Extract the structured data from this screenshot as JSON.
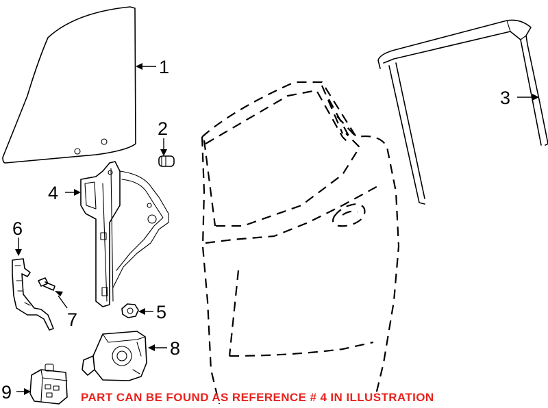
{
  "callouts": {
    "c1": "1",
    "c2": "2",
    "c3": "3",
    "c4": "4",
    "c5": "5",
    "c6": "6",
    "c7": "7",
    "c8": "8",
    "c9": "9"
  },
  "note": {
    "text": "PART CAN BE FOUND AS REFERENCE # 4 IN ILLUSTRATION",
    "color": "#e8231e"
  }
}
